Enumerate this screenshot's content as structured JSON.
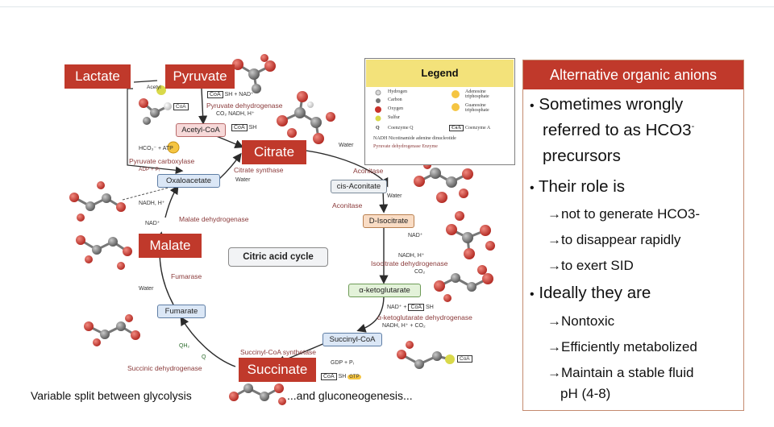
{
  "diagram": {
    "labels": {
      "lactate": "Lactate",
      "pyruvate": "Pyruvate",
      "citrate": "Citrate",
      "malate": "Malate",
      "succinate": "Succinate"
    },
    "cycle_title": "Citric acid cycle",
    "nodes": {
      "acetyl_coa": "Acetyl-CoA",
      "oxaloacetate": "Oxaloacetate",
      "cis_aconitate": "cis-Aconitate",
      "d_isocitrate": "D-Isocitrate",
      "alpha_ketoglutarate": "α-ketoglutarate",
      "succinyl_coa": "Succinyl-CoA",
      "fumarate": "Fumarate"
    },
    "enzymes": {
      "pyruvate_dh": "Pyruvate dehydrogenase",
      "pyruvate_carboxylase": "Pyruvate carboxylase",
      "citrate_synthase": "Citrate synthase",
      "aconitase_1": "Aconitase",
      "aconitase_2": "Aconitase",
      "isocitrate_dh": "Isocitrate dehydrogenase",
      "akg_dh": "α-ketoglutarate dehydrogenase",
      "succinyl_coa_synthetase": "Succinyl-CoA synthetase",
      "succinic_dh": "Succinic dehydrogenase",
      "fumarase": "Fumarase",
      "malate_dh": "Malate dehydrogenase"
    },
    "cofactors": {
      "acetyl": "Acetyl",
      "coa": "CoA",
      "coa_sh_nad": "SH + NAD⁺",
      "co2_nadh": "CO₂ NADH, H⁺",
      "sh": "SH",
      "hco3_atp": "HCO₃⁻ + ATP",
      "adp_pi": "ADP + Pᵢ",
      "water_citrate": "Water",
      "water_synthase": "Water",
      "water_aconitase": "Water",
      "water_fumarase": "Water",
      "nad_isocitrate": "NAD⁺",
      "nadh_isocitrate": "NADH, H⁺",
      "co2_isocitrate": "CO₂",
      "nad_akg": "NAD⁺ +",
      "nadh_akg": "NADH, H⁺ + CO₂",
      "gdp_pi": "GDP + Pᵢ",
      "gtp": "GTP",
      "nadh_malate": "NADH, H⁺",
      "nad_malate": "NAD⁺",
      "qh2": "QH₂",
      "q": "Q"
    },
    "captions": {
      "left": "Variable split between glycolysis",
      "right": "...and gluconeogenesis..."
    }
  },
  "legend": {
    "title": "Legend",
    "items": [
      "Hydrogen",
      "Carbon",
      "Oxygen",
      "Sulfur",
      "Coenzyme Q",
      "Adenosine triphosphate",
      "Guanosine triphosphate",
      "Coenzyme A",
      "NADH  Nicotinamide adenine dinucleotide",
      "Pyruvate dehydrogenase   Enzyme"
    ],
    "symbols": {
      "q": "Q",
      "coa": "CoA",
      "atp": "ATP",
      "gtp": "GTP"
    }
  },
  "panel": {
    "title": "Alternative organic anions",
    "bullet": "•",
    "line1a": "Sometimes wrongly",
    "line1b": "referred to as HCO3",
    "line1b_sup": "-",
    "line1c": "precursors",
    "line2": "Their role is",
    "sub1": "→not to generate HCO3-",
    "sub2": "→to disappear rapidly",
    "sub3": "→to exert SID",
    "line3": "Ideally they are",
    "sub4": "→Nontoxic",
    "sub5": "→Efficiently metabolized",
    "sub6": "→Maintain a stable fluid",
    "sub6b": "pH (4-8)"
  },
  "colors": {
    "accent_red": "#c0392b",
    "legend_yellow": "#f3e27a",
    "oxygen": "#c8312a",
    "carbon": "#7d7d7d",
    "hydrogen": "#e6e6e6"
  }
}
